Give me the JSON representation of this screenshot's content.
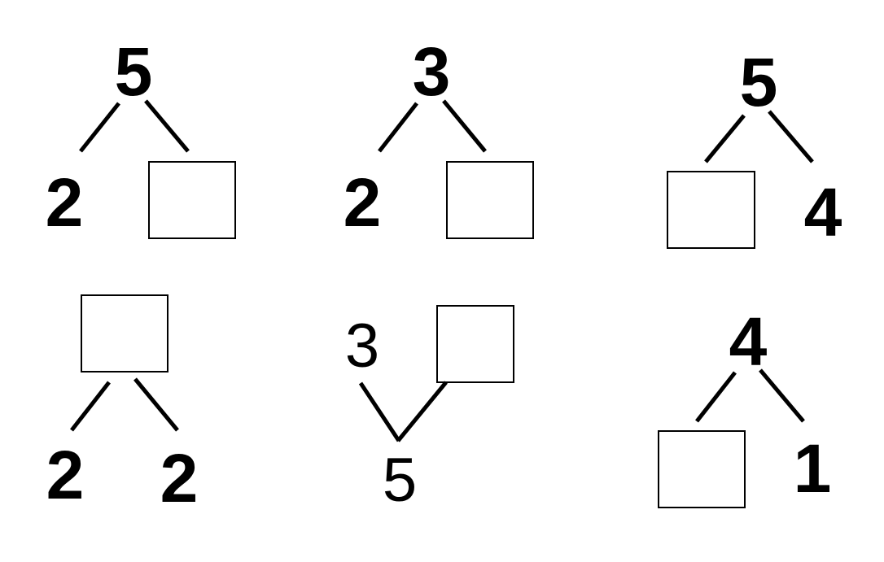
{
  "bonds": [
    {
      "id": "bond-1",
      "whole": "5",
      "left": "2",
      "right": ""
    },
    {
      "id": "bond-2",
      "whole": "3",
      "left": "2",
      "right": ""
    },
    {
      "id": "bond-3",
      "whole": "5",
      "left": "",
      "right": "4"
    },
    {
      "id": "bond-4",
      "whole": "",
      "left": "2",
      "right": "2"
    },
    {
      "id": "bond-5",
      "whole": "5",
      "left": "3",
      "right": ""
    },
    {
      "id": "bond-6",
      "whole": "4",
      "left": "",
      "right": "1"
    }
  ]
}
